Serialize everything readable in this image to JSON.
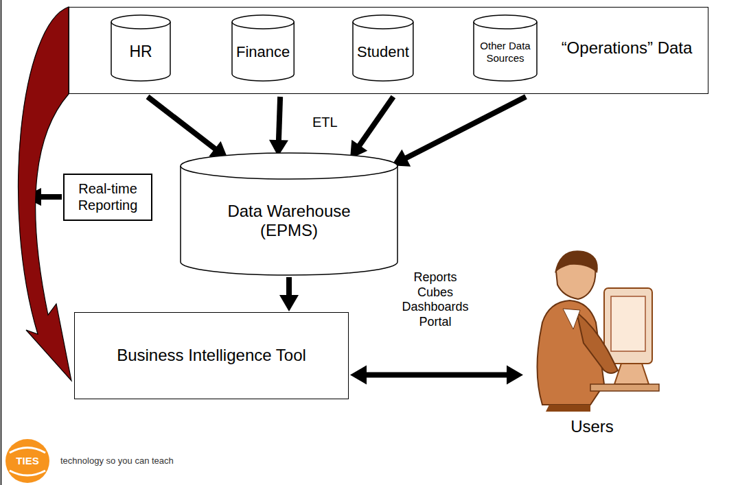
{
  "diagram": {
    "nodes": [
      {
        "text": [
          "“Operations” Data"
        ]
      },
      {
        "text": [
          "HR"
        ],
        "in": 0
      },
      {
        "text": [
          "Finance"
        ],
        "in": 0
      },
      {
        "text": [
          "Student"
        ],
        "in": 0
      },
      {
        "text": [
          "Other Data Sources"
        ],
        "in": 0
      },
      {
        "text": [
          "Data Warehouse (EPMS)"
        ]
      },
      {
        "text": [
          "Real-time Reporting"
        ]
      },
      {
        "text": [
          "Business Intelligence Tool"
        ]
      },
      {
        "text": [
          "Users"
        ]
      }
    ],
    "edges": [
      {
        "from": 1,
        "to": 5,
        "arrow": "to"
      },
      {
        "from": 2,
        "to": 5,
        "arrow": "to"
      },
      {
        "from": 3,
        "to": 5,
        "arrow": "to"
      },
      {
        "from": 4,
        "to": 5,
        "arrow": "to"
      },
      {
        "from": 5,
        "to": 7,
        "arrow": "to"
      },
      {
        "from": 0,
        "to": 7,
        "arrow": "to"
      },
      {
        "from": 7,
        "to": 8,
        "label": "Reports Cubes Dashboards Portal",
        "arrow": "both"
      }
    ],
    "labels": [
      "ETL",
      "TIES",
      "technology so you can teach"
    ]
  }
}
